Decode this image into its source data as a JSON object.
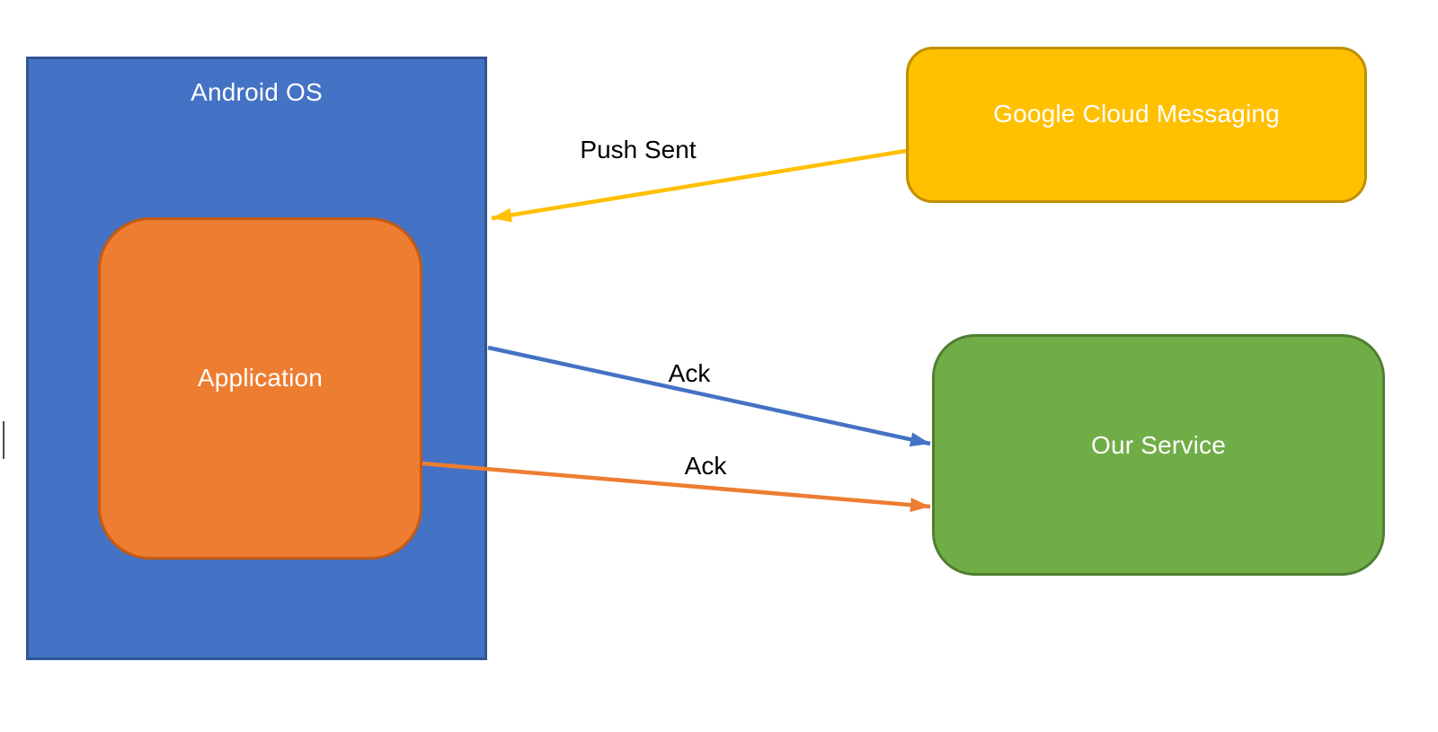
{
  "diagram": {
    "nodes": {
      "android_os": {
        "label": "Android OS",
        "fill": "#4472C4",
        "border": "#2E5693",
        "text_color": "#FFFFFF"
      },
      "application": {
        "label": "Application",
        "fill": "#ED7D31",
        "border": "#C55A11",
        "text_color": "#FFFFFF"
      },
      "google_cloud_messaging": {
        "label": "Google Cloud Messaging",
        "fill": "#FFC000",
        "border": "#BF9000",
        "text_color": "#FFFFFF"
      },
      "our_service": {
        "label": "Our Service",
        "fill": "#70AD47",
        "border": "#507E32",
        "text_color": "#FFFFFF"
      }
    },
    "edges": {
      "push_sent": {
        "label": "Push Sent",
        "color": "#FFC000",
        "from": "Google Cloud Messaging",
        "to": "Android OS"
      },
      "ack_blue": {
        "label": "Ack",
        "color": "#4472C4",
        "from": "Android OS",
        "to": "Our Service"
      },
      "ack_orange": {
        "label": "Ack",
        "color": "#ED7D31",
        "from": "Application",
        "to": "Our Service"
      }
    },
    "edge_label_color": "#000000"
  }
}
